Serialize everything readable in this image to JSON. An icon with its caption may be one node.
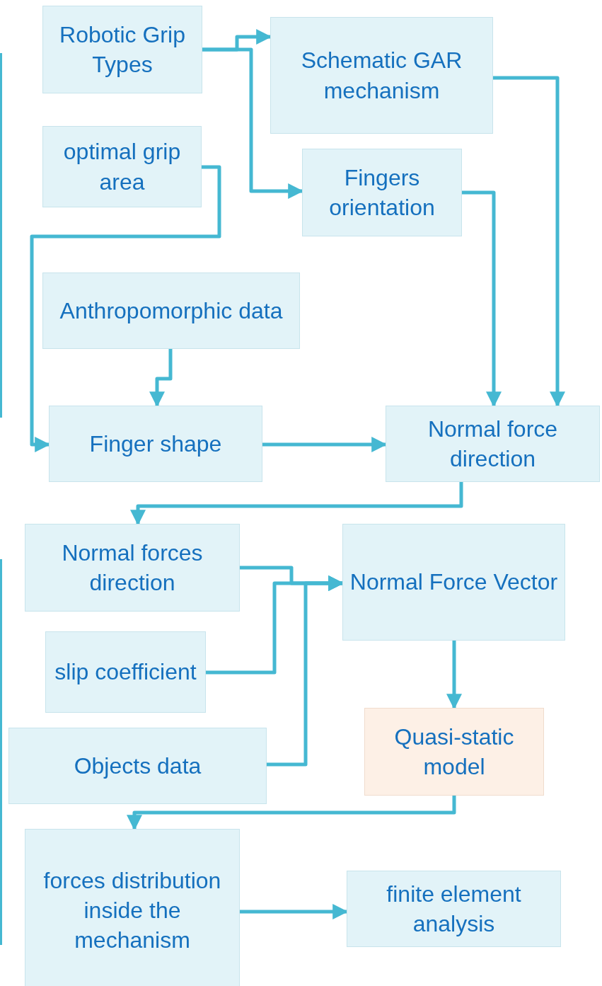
{
  "diagram": {
    "nodes": [
      {
        "text": [
          "Robotic Grip Types"
        ]
      },
      {
        "text": [
          "Schematic GAR mechanism"
        ]
      },
      {
        "text": [
          "optimal grip area"
        ]
      },
      {
        "text": [
          "Fingers orientation"
        ]
      },
      {
        "text": [
          "Anthropomorphic data"
        ]
      },
      {
        "text": [
          "Finger shape"
        ]
      },
      {
        "text": [
          "Normal force direction"
        ]
      },
      {
        "text": [
          "Normal forces direction"
        ]
      },
      {
        "text": [
          "Normal Force Vector"
        ]
      },
      {
        "text": [
          "slip coefficient"
        ]
      },
      {
        "text": [
          "Objects data"
        ]
      },
      {
        "text": [
          "Quasi-static model"
        ]
      },
      {
        "text": [
          "forces distribution inside the mechanism"
        ]
      },
      {
        "text": [
          "finite element analysis"
        ]
      }
    ],
    "edges": [
      {
        "from": 0,
        "to": 1,
        "arrow": "to"
      },
      {
        "from": 0,
        "to": 3,
        "arrow": "to"
      },
      {
        "from": 1,
        "to": 6,
        "arrow": "to"
      },
      {
        "from": 3,
        "to": 6,
        "arrow": "to"
      },
      {
        "from": 2,
        "to": 5,
        "arrow": "to"
      },
      {
        "from": 4,
        "to": 5,
        "arrow": "to"
      },
      {
        "from": 5,
        "to": 6,
        "arrow": "to"
      },
      {
        "from": 6,
        "to": 7,
        "arrow": "to"
      },
      {
        "from": 7,
        "to": 8,
        "arrow": "to"
      },
      {
        "from": 9,
        "to": 8,
        "arrow": "to"
      },
      {
        "from": 10,
        "to": 8,
        "arrow": "to"
      },
      {
        "from": 8,
        "to": 11,
        "arrow": "to"
      },
      {
        "from": 11,
        "to": 12,
        "arrow": "to"
      },
      {
        "from": 12,
        "to": 13,
        "arrow": "to"
      }
    ]
  }
}
